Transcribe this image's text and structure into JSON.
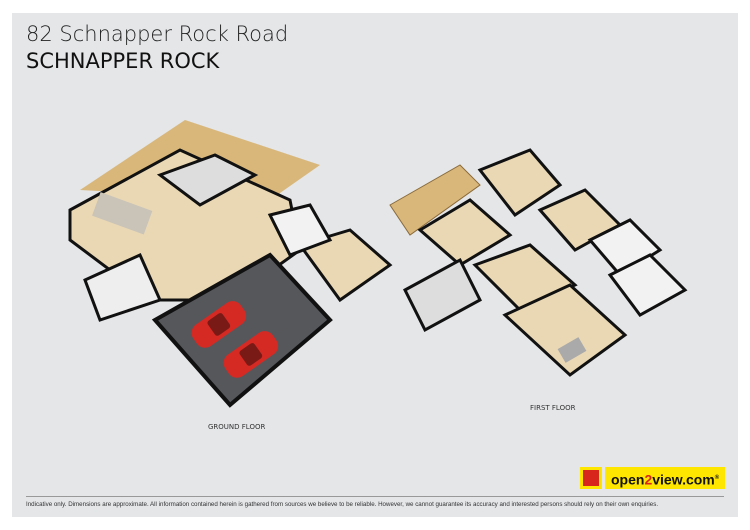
{
  "header": {
    "address": "82 Schnapper Rock Road",
    "suburb": "SCHNAPPER ROCK"
  },
  "plans": [
    {
      "label": "GROUND FLOOR"
    },
    {
      "label": "FIRST FLOOR"
    }
  ],
  "logo": {
    "text_pre": "open",
    "text_accent": "2",
    "text_post": "view.com",
    "registered": "®",
    "colors": {
      "brand": "#ffe600",
      "accent": "#d8261c"
    }
  },
  "footer": {
    "disclaimer": "Indicative only. Dimensions are approximate. All information contained herein is gathered from sources we believe to be reliable. However, we cannot guarantee its accuracy and interested persons should rely on their own enquiries."
  }
}
